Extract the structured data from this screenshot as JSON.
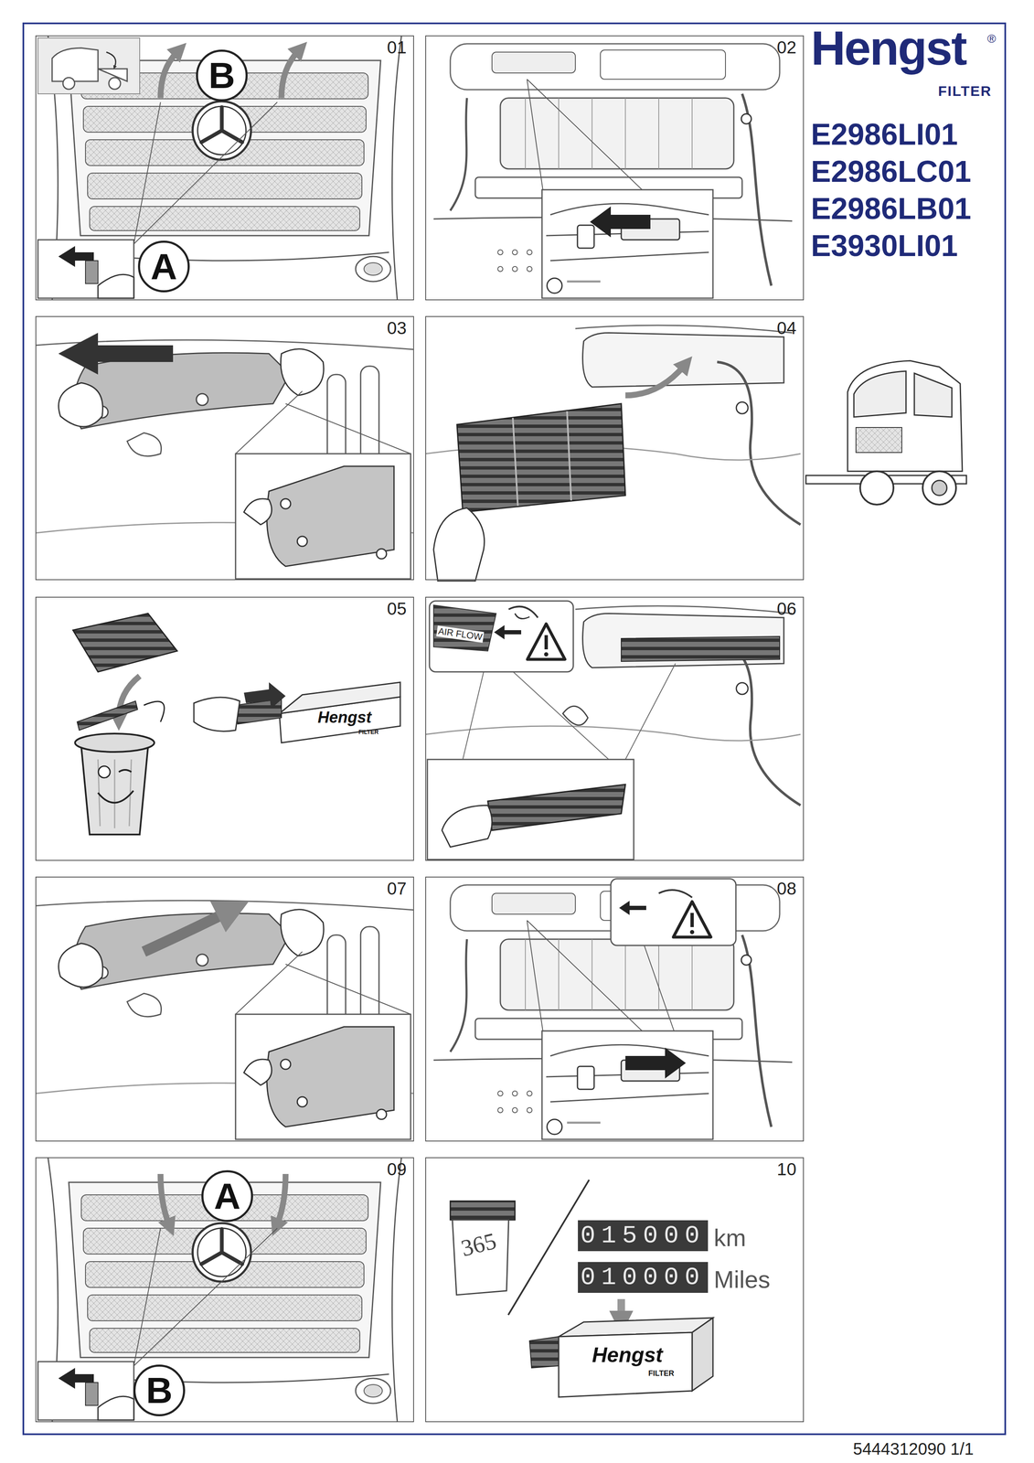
{
  "diagram": {
    "nodes": [
      {
        "text": [
          "01"
        ]
      },
      {
        "text": [
          "B"
        ],
        "in": 0
      },
      {
        "text": [
          "A"
        ],
        "in": 0
      },
      {
        "text": [
          "02"
        ]
      },
      {
        "text": [
          "03"
        ]
      },
      {
        "text": [
          "04"
        ]
      },
      {
        "text": [
          "05"
        ]
      },
      {
        "text": [
          "06"
        ]
      },
      {
        "text": [
          "07"
        ]
      },
      {
        "text": [
          "08"
        ]
      },
      {
        "text": [
          "09"
        ]
      },
      {
        "text": [
          "A"
        ],
        "in": 10
      },
      {
        "text": [
          "B"
        ],
        "in": 10
      },
      {
        "text": [
          "10"
        ]
      }
    ],
    "labels": [
      "Hengst",
      "®",
      "FILTER",
      "E2986LI01",
      "E2986LC01",
      "E2986LB01",
      "E3930LI01",
      "Hengst",
      "FILTER",
      "AIR FLOW",
      "365",
      "015000",
      "km",
      "010000",
      "Miles",
      "Hengst",
      "FILTER",
      "5444312090 1/1"
    ]
  }
}
